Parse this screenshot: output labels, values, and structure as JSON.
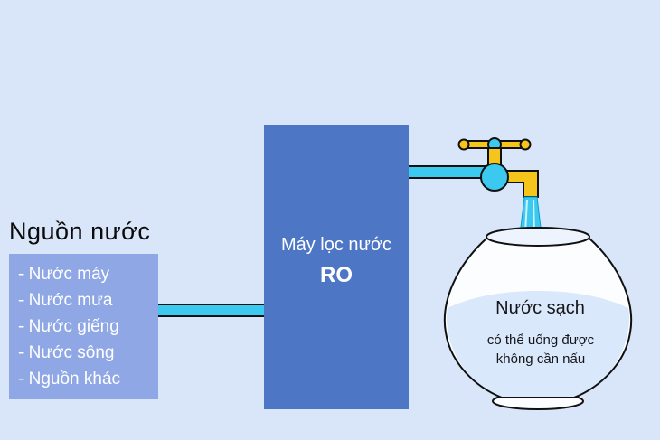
{
  "title": "Nguồn nước",
  "sources": {
    "items": [
      "- Nước máy",
      "- Nước mưa",
      "- Nước giếng",
      "- Nước sông",
      "- Nguồn khác"
    ]
  },
  "filter": {
    "label_line1": "Máy lọc nước",
    "label_line2": "RO"
  },
  "bowl": {
    "title": "Nước sạch",
    "subtitle_line1": "có thể uống được",
    "subtitle_line2": "không cần nấu"
  },
  "colors": {
    "background": "#d9e5f8",
    "cyan": "#3cc9f0",
    "yellow": "#f5c51c",
    "ro_blue": "#4d76c5",
    "source_box": "#8fa7e4",
    "bowl_water": "#d9e8fb"
  }
}
